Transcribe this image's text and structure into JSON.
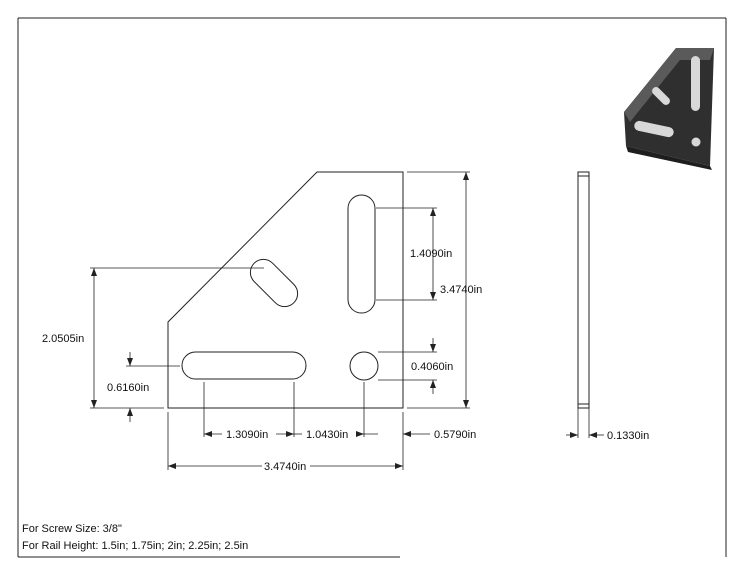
{
  "dimensions": {
    "top_slot_length": "1.4090in",
    "overall_height": "3.4740in",
    "hole_diameter": "0.4060in",
    "diagonal_slot_height": "2.0505in",
    "bottom_slot_height": "0.6160in",
    "bottom_slot_length": "1.3090in",
    "slot_to_hole": "1.0430in",
    "hole_to_edge": "0.5790in",
    "overall_width": "3.4740in",
    "thickness": "0.1330in"
  },
  "notes": {
    "screw_size": "For Screw Size: 3/8\"",
    "rail_height": "For Rail Height: 1.5in; 1.75in; 2in; 2.25in; 2.5in"
  },
  "colors": {
    "line": "#222222",
    "plate_dark": "#3a3a3a",
    "plate_light": "#6a6a6a"
  }
}
